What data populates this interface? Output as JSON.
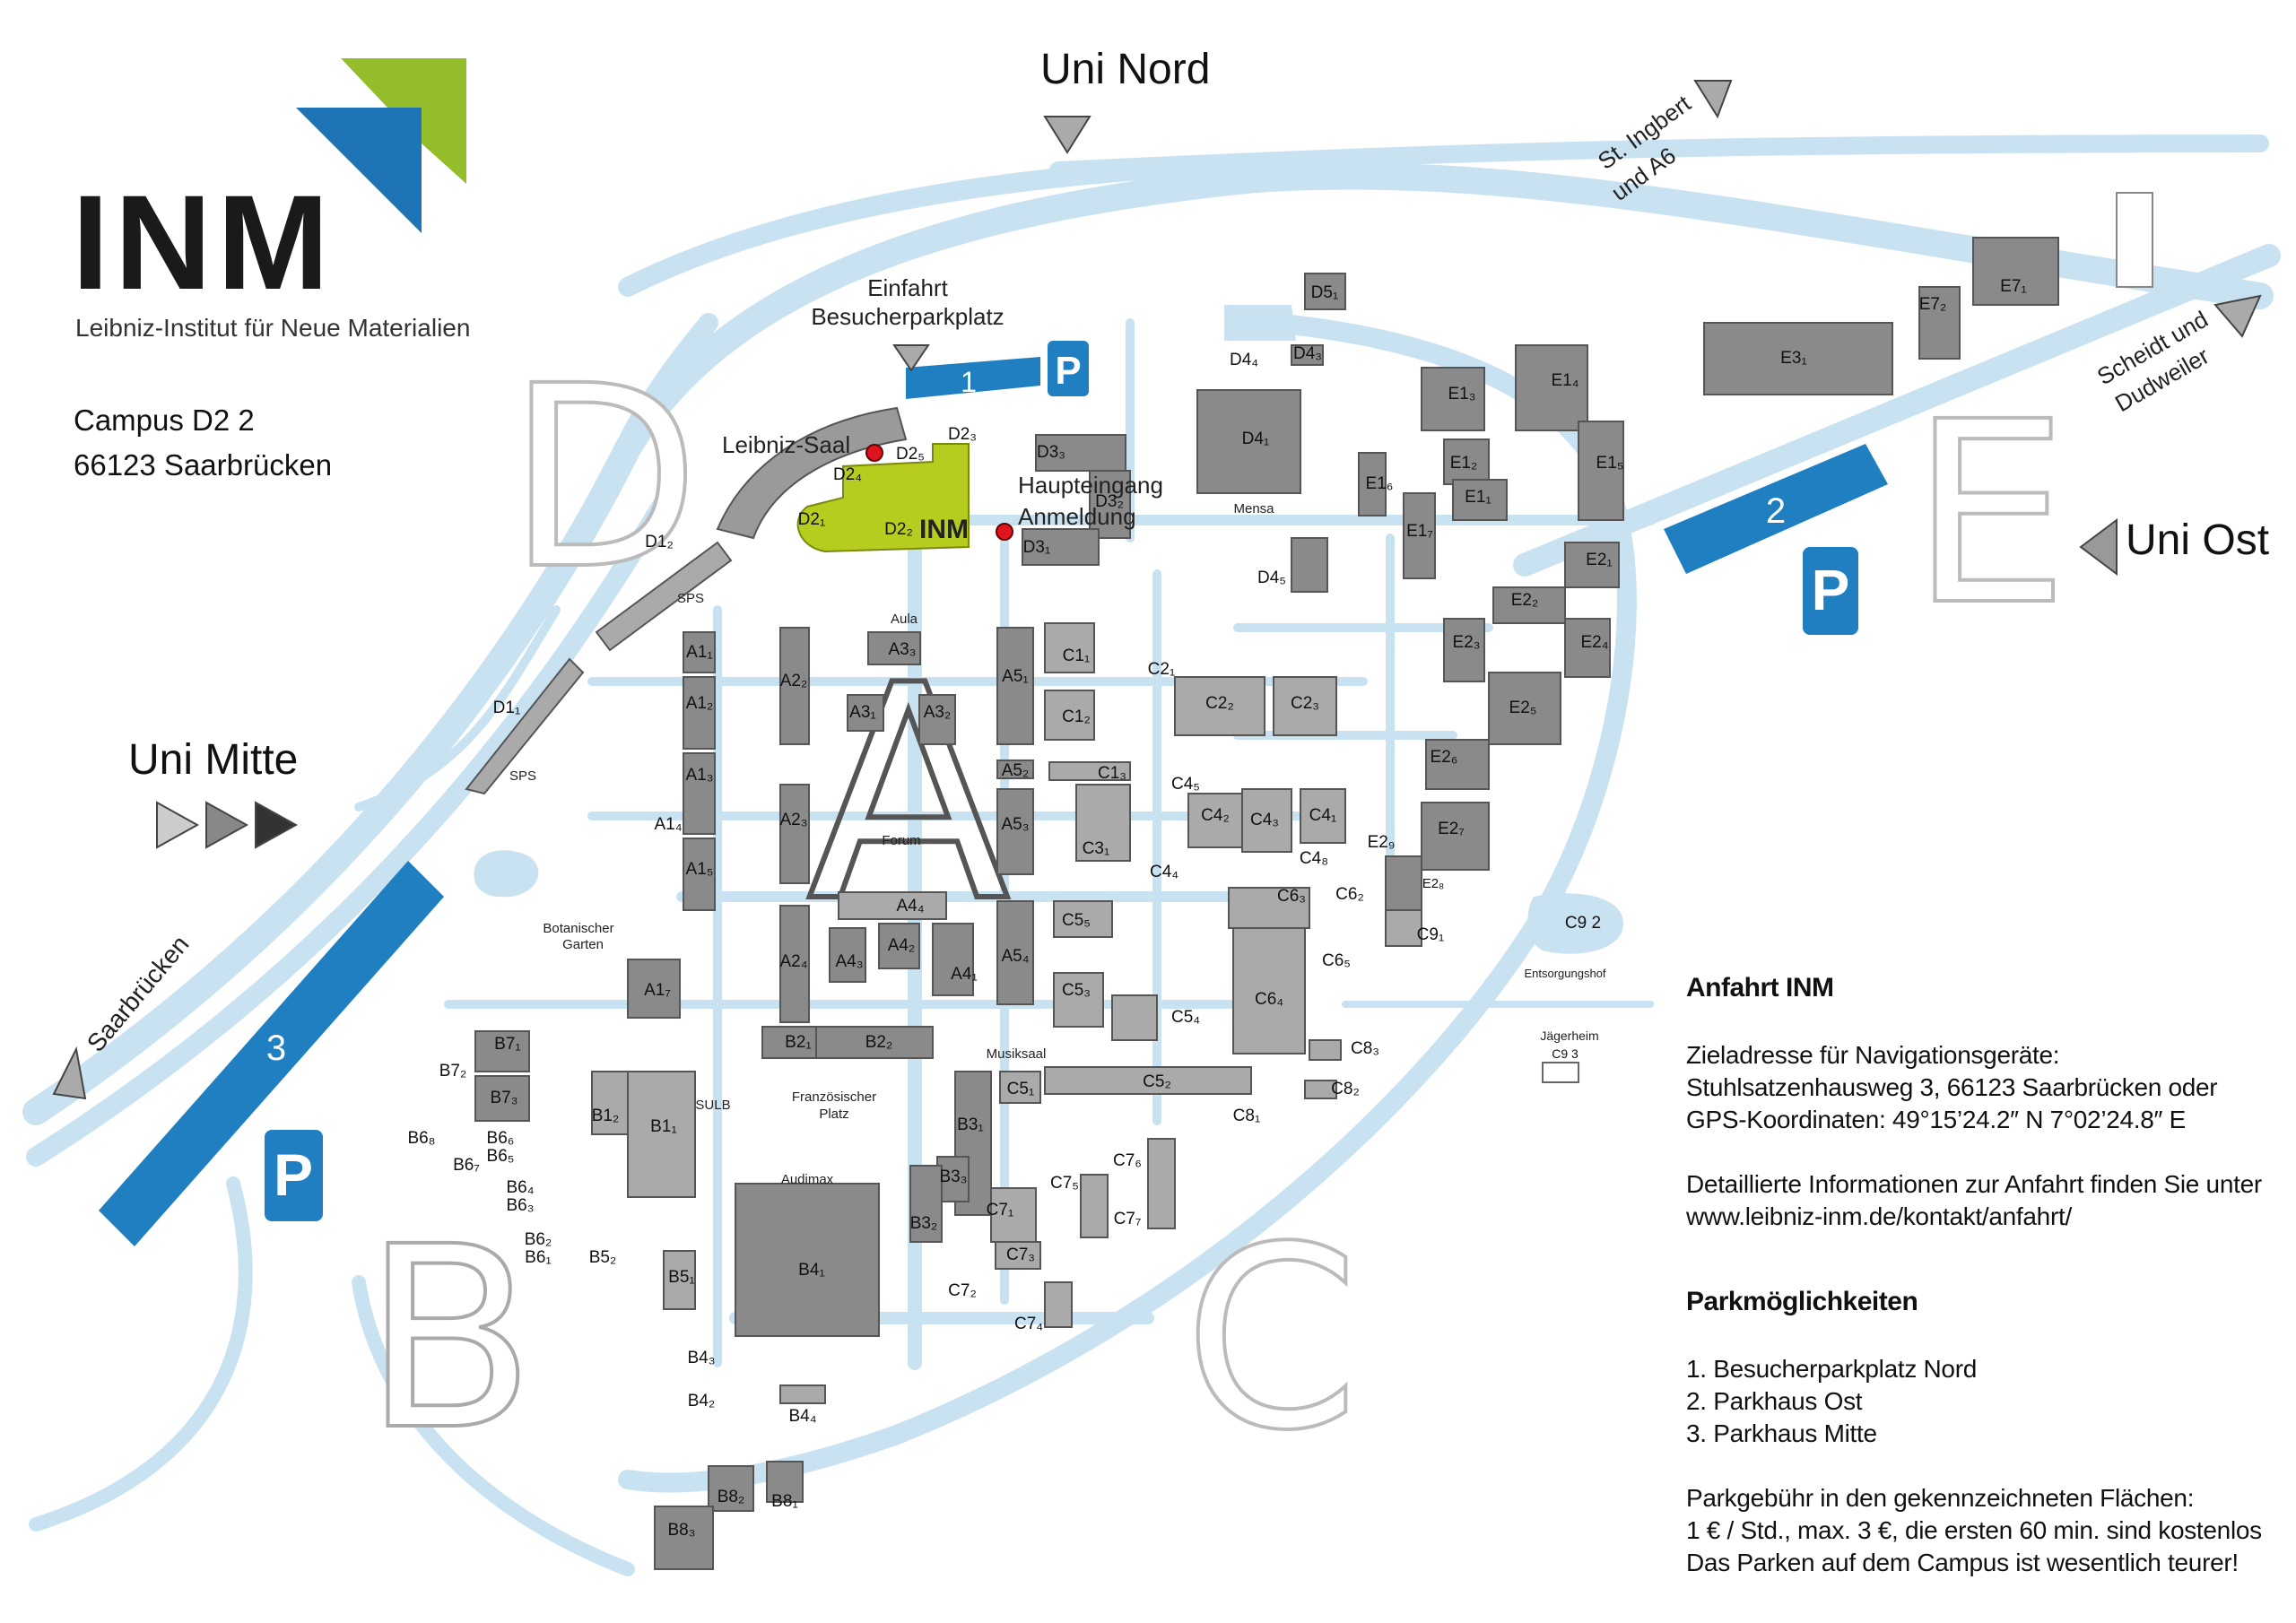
{
  "logo": {
    "name": "INM",
    "subtitle": "Leibniz-Institut für Neue Materialien"
  },
  "address": {
    "line1": "Campus D2 2",
    "line2": "66123 Saarbrücken"
  },
  "directions": {
    "north": "Uni Nord",
    "mitte": "Uni Mitte",
    "ost": "Uni Ost",
    "ingbert": [
      "St. Ingbert",
      "und A6"
    ],
    "scheidt": [
      "Scheidt und",
      "Dudweiler"
    ],
    "saarbruecken": "Saarbrücken"
  },
  "zones": [
    "D",
    "A",
    "E",
    "B",
    "C"
  ],
  "parking": [
    {
      "number": "1",
      "sign": "P"
    },
    {
      "number": "2",
      "sign": "P"
    },
    {
      "number": "3",
      "sign": "P"
    }
  ],
  "markers": {
    "einfahrt": [
      "Einfahrt",
      "Besucherparkplatz"
    ],
    "saal": "Leibniz-Saal",
    "haupt": [
      "Haupteingang",
      "Anmeldung"
    ],
    "inm": "INM"
  },
  "places": {
    "aula": "Aula",
    "forum": "Forum",
    "mensa": "Mensa",
    "sps1": "SPS",
    "sps2": "SPS",
    "botanisch": [
      "Botanischer",
      "Garten"
    ],
    "sulb": "SULB",
    "franz": [
      "Französischer",
      "Platz"
    ],
    "audimax": "Audimax",
    "musiksaal": "Musiksaal",
    "entsorgung": "Entsorgungshof",
    "jaeger": "Jägerheim"
  },
  "buildings": {
    "D1": [
      "D5₁",
      "D4₄",
      "D4₃",
      "D4₁",
      "D3₃",
      "D3₂",
      "D3₁",
      "D2₃",
      "D2₅",
      "D2₄",
      "D2₁",
      "D2₂",
      "D1₂",
      "D1₁",
      "D4₅"
    ],
    "A": [
      "A3₃",
      "A1₁",
      "A1₂",
      "A1₃",
      "A1₄",
      "A1₅",
      "A1₇",
      "A2₂",
      "A2₃",
      "A2₄",
      "A3₁",
      "A3₂",
      "A4₄",
      "A4₂",
      "A4₃",
      "A4₁",
      "A5₁",
      "A5₂",
      "A5₃",
      "A5₄"
    ],
    "C": [
      "C1₁",
      "C1₂",
      "C1₃",
      "C2₁",
      "C2₂",
      "C2₃",
      "C3₁",
      "C4₄",
      "C4₅",
      "C4₂",
      "C4₃",
      "C4₁",
      "C4₈",
      "C5₅",
      "C5₃",
      "C5₄",
      "C5₁",
      "C5₂",
      "C6₃",
      "C6₂",
      "C6₄",
      "C6₅",
      "C7₁",
      "C7₂",
      "C7₃",
      "C7₄",
      "C7₅",
      "C7₆",
      "C7₇",
      "C8₁",
      "C8₂",
      "C8₃",
      "C9₁",
      "C9 2",
      "C9 3"
    ],
    "B": [
      "B2₁",
      "B2₂",
      "B7₁",
      "B7₂",
      "B7₃",
      "B6₈",
      "B6₇",
      "B6₆",
      "B6₅",
      "B6₄",
      "B6₃",
      "B6₂",
      "B6₁",
      "B5₂",
      "B5₁",
      "B1₂",
      "B1₁",
      "B3₁",
      "B3₃",
      "B3₂",
      "B4₁",
      "B4₃",
      "B4₂",
      "B4₄",
      "B8₂",
      "B8₁",
      "B8₃"
    ],
    "E": [
      "E1₃",
      "E1₄",
      "E1₂",
      "E1₁",
      "E1₅",
      "E1₆",
      "E1₇",
      "E2₁",
      "E2₂",
      "E2₃",
      "E2₄",
      "E2₅",
      "E2₆",
      "E2₇",
      "E2₈",
      "E2₉",
      "E3₁",
      "E7₂",
      "E7₁"
    ]
  },
  "info": {
    "title": "Anfahrt INM",
    "nav1": "Zieladresse für Navigationsgeräte:",
    "nav2": "Stuhlsatzenhausweg 3, 66123 Saarbrücken oder",
    "nav3": "GPS-Koordinaten: 49°15’24.2″ N 7°02’24.8″ E",
    "det1": "Detaillierte Informationen zur Anfahrt finden Sie unter",
    "det2": "www.leibniz-inm.de/kontakt/anfahrt/",
    "park_title": "Parkmöglichkeiten",
    "p1": "1. Besucherparkplatz Nord",
    "p2": "2. Parkhaus Ost",
    "p3": "3. Parkhaus Mitte",
    "fee1": "Parkgebühr in den gekennzeichneten Flächen:",
    "fee2": "1 € / Std., max. 3 €, die ersten 60 min. sind kostenlos",
    "fee3": "Das Parken auf dem Campus ist wesentlich teurer!"
  },
  "colors": {
    "road": "#c9e2f2",
    "parking": "#1f7fc1",
    "inm": "#b6cc1f",
    "building": "#8a8a8a",
    "logo_green": "#93bd2b",
    "logo_blue": "#1f74b5"
  }
}
